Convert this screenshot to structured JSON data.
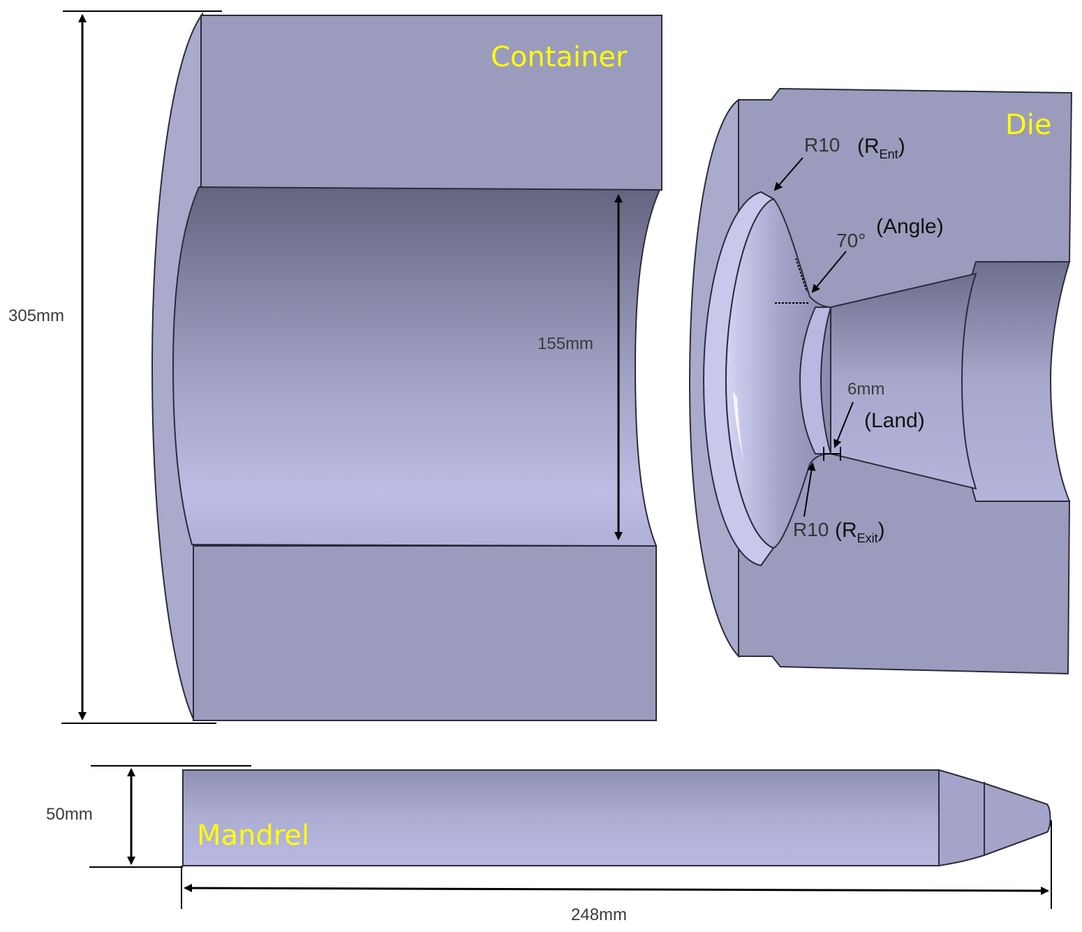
{
  "parts": {
    "container": "Container",
    "die": "Die",
    "mandrel": "Mandrel"
  },
  "dimensions": {
    "container_outer_diameter": "305mm",
    "container_bore_diameter": "155mm",
    "mandrel_diameter": "50mm",
    "mandrel_length": "248mm",
    "land_length": "6mm"
  },
  "die_annotations": {
    "entry_radius_value": "R10",
    "entry_radius_paren_open": "(R",
    "entry_radius_sub": "Ent",
    "entry_radius_paren_close": ")",
    "angle_value": "70°",
    "angle_label": "(Angle)",
    "land_label": "(Land)",
    "exit_radius_value": "R10",
    "exit_radius_paren_open": "(R",
    "exit_radius_sub": "Exit",
    "exit_radius_paren_close": ")"
  },
  "colors": {
    "body": "#9a9abc",
    "bore_dark": "#6b6b88",
    "bore_light": "#b8b8e0",
    "label": "#ffff00"
  }
}
